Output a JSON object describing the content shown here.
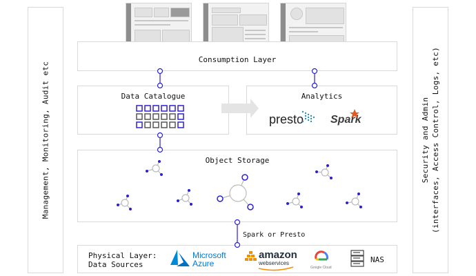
{
  "left_sidebar": {
    "label": "Management, Monitoring, Audit etc"
  },
  "right_sidebar": {
    "line1": "Security and Admin",
    "line2": "(interfaces, Access Control, Logs, etc)"
  },
  "consumption": {
    "title": "Consumption Layer"
  },
  "catalogue": {
    "title": "Data Catalogue"
  },
  "analytics": {
    "title": "Analytics",
    "tools": [
      "presto",
      "Spark"
    ]
  },
  "storage": {
    "title": "Object Storage"
  },
  "connector": {
    "label": "Spark or Presto"
  },
  "physical": {
    "title_line1": "Physical Layer:",
    "title_line2": "Data Sources",
    "azure": [
      "Microsoft",
      "Azure"
    ],
    "amazon": [
      "amazon",
      "webservices"
    ],
    "gcloud": "Google Cloud",
    "nas": "NAS"
  },
  "colors": {
    "accent": "#2b1fd6",
    "border": "#d9d9d9",
    "muted": "#9a9a9a"
  }
}
